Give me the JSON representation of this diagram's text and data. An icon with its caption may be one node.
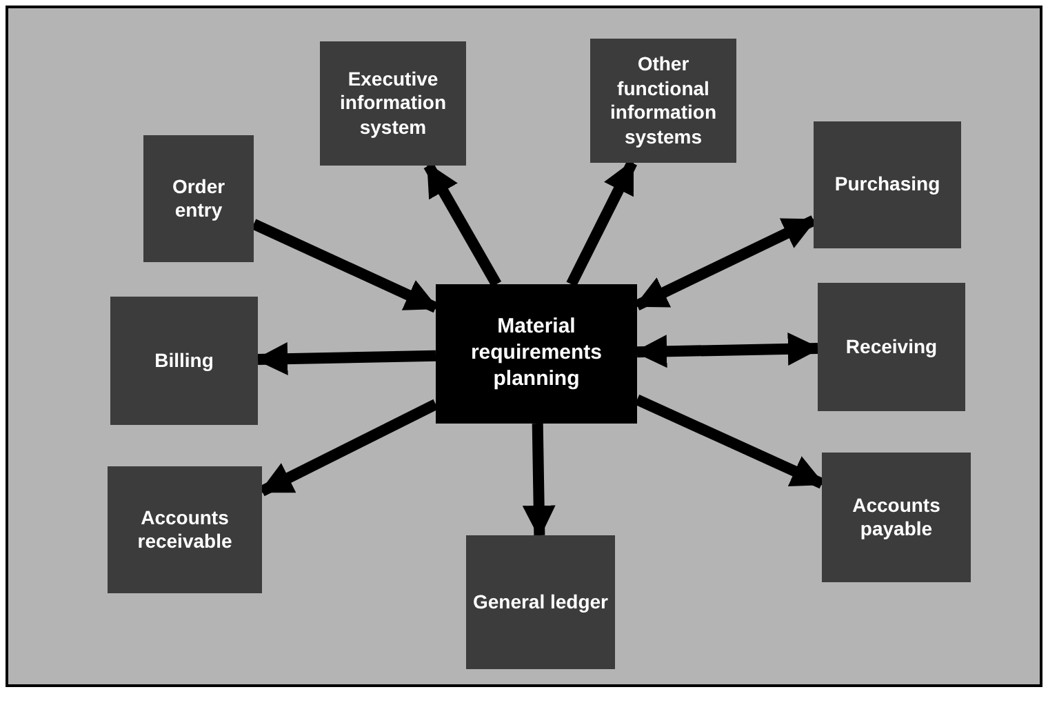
{
  "diagram": {
    "nodes": [
      {
        "text": [
          "Executive information system"
        ]
      },
      {
        "text": [
          "Other functional information systems"
        ]
      },
      {
        "text": [
          "Order entry"
        ]
      },
      {
        "text": [
          "Purchasing"
        ]
      },
      {
        "text": [
          "Billing"
        ]
      },
      {
        "text": [
          "Material requirements planning"
        ]
      },
      {
        "text": [
          "Receiving"
        ]
      },
      {
        "text": [
          "Accounts receivable"
        ]
      },
      {
        "text": [
          "Accounts payable"
        ]
      },
      {
        "text": [
          "General ledger"
        ]
      }
    ],
    "edges": [
      {
        "from": 2,
        "to": 5,
        "arrow": "to"
      },
      {
        "from": 5,
        "to": 0,
        "arrow": "to"
      },
      {
        "from": 5,
        "to": 1,
        "arrow": "to"
      },
      {
        "from": 5,
        "to": 3,
        "arrow": "both"
      },
      {
        "from": 5,
        "to": 4,
        "arrow": "to"
      },
      {
        "from": 5,
        "to": 6,
        "arrow": "both"
      },
      {
        "from": 5,
        "to": 7,
        "arrow": "to"
      },
      {
        "from": 5,
        "to": 9,
        "arrow": "to"
      },
      {
        "from": 5,
        "to": 8,
        "arrow": "to"
      }
    ]
  }
}
